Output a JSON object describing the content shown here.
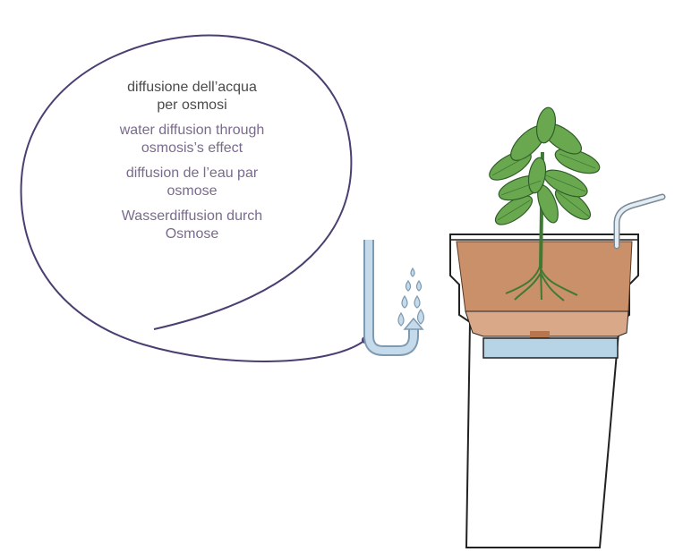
{
  "callout": {
    "italian": [
      "diffusione dell’acqua",
      "per osmosi"
    ],
    "english": [
      "water diffusion through",
      "osmosis’s effect"
    ],
    "french": [
      "diffusion de l’eau par",
      "osmose"
    ],
    "german": [
      "Wasserdiffusion durch",
      "Osmose"
    ]
  },
  "colors": {
    "bubble_outline": "#4b3f72",
    "italian_text": "#4a4a4a",
    "translation_text": "#7a6b8c",
    "soil": "#c9906a",
    "water": "#b7d3e6",
    "leaf": "#6aa84f",
    "leaf_dark": "#3f7a34",
    "pipe": "#a9c6dc",
    "pot_outline": "#222222"
  },
  "icons": [
    "osmosis-pipe-icon",
    "water-drops-icon",
    "plant-illustration"
  ]
}
